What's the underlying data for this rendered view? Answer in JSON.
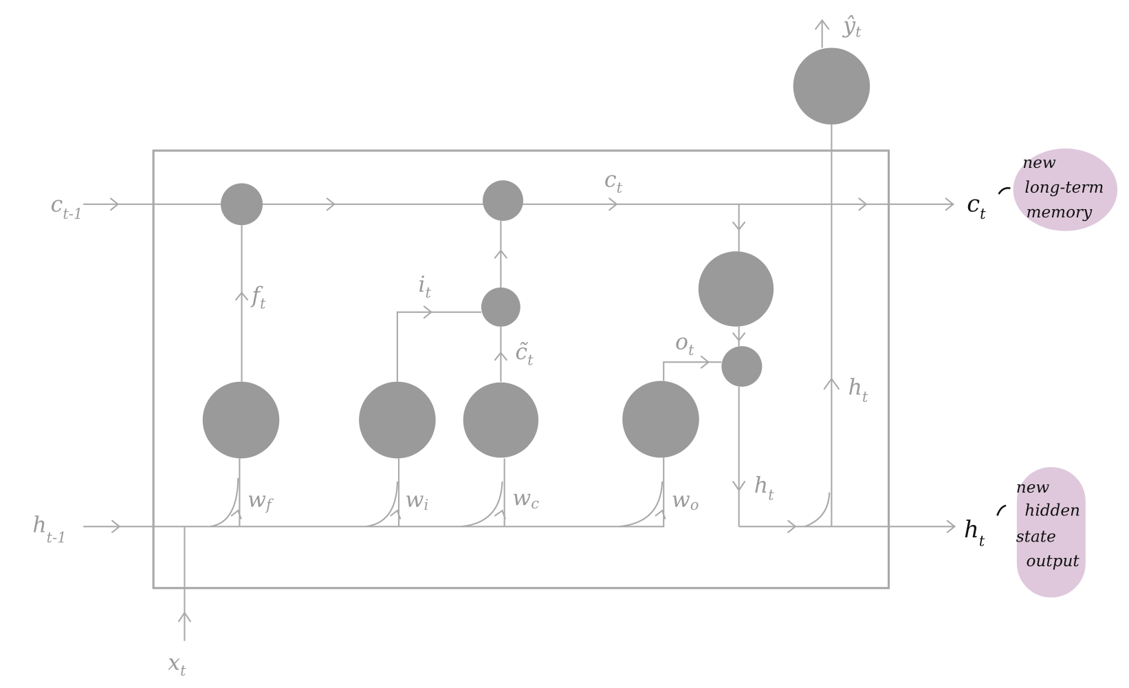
{
  "title": "LSTM cell diagram",
  "colors": {
    "line": "#a9a9a9",
    "node": "#9a9a9a",
    "highlight": "#dfc8dc",
    "annotation_text": "#111111"
  },
  "labels": {
    "c_prev": {
      "main": "c",
      "sub": "t-1"
    },
    "h_prev": {
      "main": "h",
      "sub": "t-1"
    },
    "x_t": {
      "main": "x",
      "sub": "t"
    },
    "f_t": {
      "main": "f",
      "sub": "t"
    },
    "i_t": {
      "main": "i",
      "sub": "t"
    },
    "c_tilde": {
      "main": "c̃",
      "sub": "t"
    },
    "c_t_inner": {
      "main": "c",
      "sub": "t"
    },
    "o_t": {
      "main": "o",
      "sub": "t"
    },
    "h_t_inner": {
      "main": "h",
      "sub": "t"
    },
    "h_t_up": {
      "main": "h",
      "sub": "t"
    },
    "y_hat": {
      "main": "ŷ",
      "sub": "t"
    },
    "w_f": {
      "main": "w",
      "sub": "f"
    },
    "w_i": {
      "main": "w",
      "sub": "i"
    },
    "w_c": {
      "main": "w",
      "sub": "c"
    },
    "w_o": {
      "main": "w",
      "sub": "o"
    },
    "c_out": {
      "main": "c",
      "sub": "t"
    },
    "h_out": {
      "main": "h",
      "sub": "t"
    }
  },
  "annotations": {
    "cell_state": [
      "new",
      "long-term",
      "memory"
    ],
    "hidden_state": [
      "new",
      "hidden",
      "state",
      "output"
    ]
  }
}
